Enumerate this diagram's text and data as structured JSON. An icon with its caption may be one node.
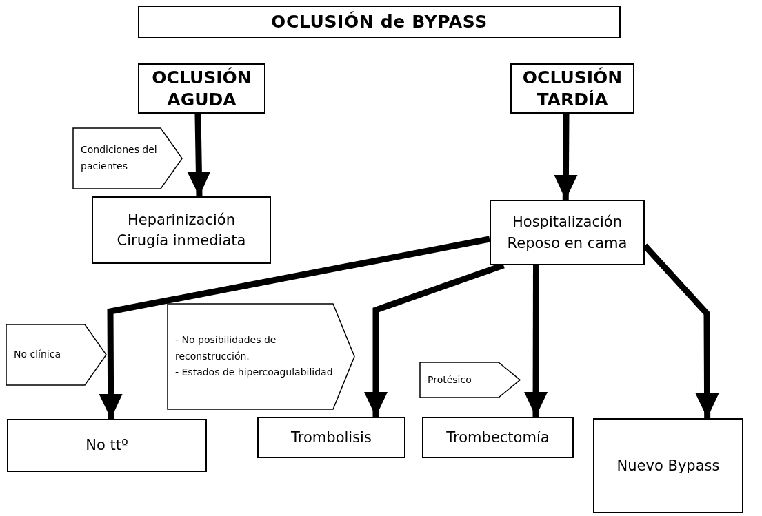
{
  "diagram": {
    "nodes": [
      {
        "text": [
          "OCLUSIÓN de BYPASS"
        ]
      },
      {
        "text": [
          "OCLUSIÓN AGUDA"
        ]
      },
      {
        "text": [
          "OCLUSIÓN TARDÍA"
        ]
      },
      {
        "text": [
          "Condiciones del pacientes"
        ]
      },
      {
        "text": [
          "Heparinización Cirugía inmediata"
        ]
      },
      {
        "text": [
          "Hospitalización Reposo en cama"
        ]
      },
      {
        "text": [
          "No clínica"
        ]
      },
      {
        "text": [
          "- No posibilidades de reconstrucción.",
          "- Estados de hipercoagulabilidad"
        ]
      },
      {
        "text": [
          "Protésico"
        ]
      },
      {
        "text": [
          "No ttº"
        ]
      },
      {
        "text": [
          "Trombolisis"
        ]
      },
      {
        "text": [
          "Trombectomía"
        ]
      },
      {
        "text": [
          "Nuevo Bypass"
        ]
      }
    ],
    "edges": [
      {
        "from": 1,
        "to": 4,
        "arrow": "to"
      },
      {
        "from": 2,
        "to": 5,
        "arrow": "to"
      },
      {
        "from": 5,
        "to": 9,
        "arrow": "to"
      },
      {
        "from": 5,
        "to": 10,
        "arrow": "to"
      },
      {
        "from": 5,
        "to": 11,
        "arrow": "to"
      },
      {
        "from": 5,
        "to": 12,
        "arrow": "to"
      }
    ]
  }
}
